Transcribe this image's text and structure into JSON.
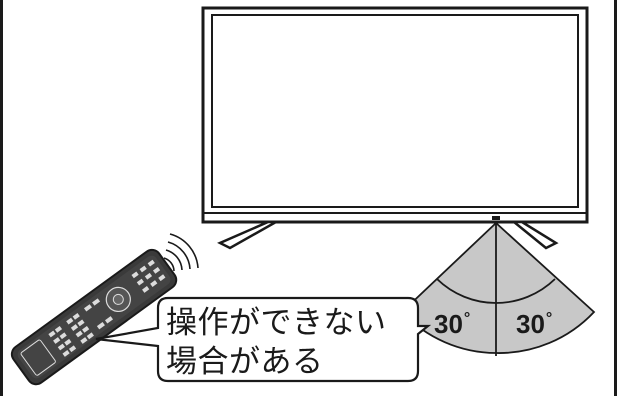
{
  "callout": {
    "line1": "操作ができない",
    "line2": "場合がある"
  },
  "angles": {
    "left": "30",
    "right": "30",
    "degree_symbol": "°"
  },
  "colors": {
    "outline": "#1a1a1a",
    "sector_fill": "#c8c8c8",
    "remote_body": "#3a3a3a",
    "background": "#ffffff"
  }
}
